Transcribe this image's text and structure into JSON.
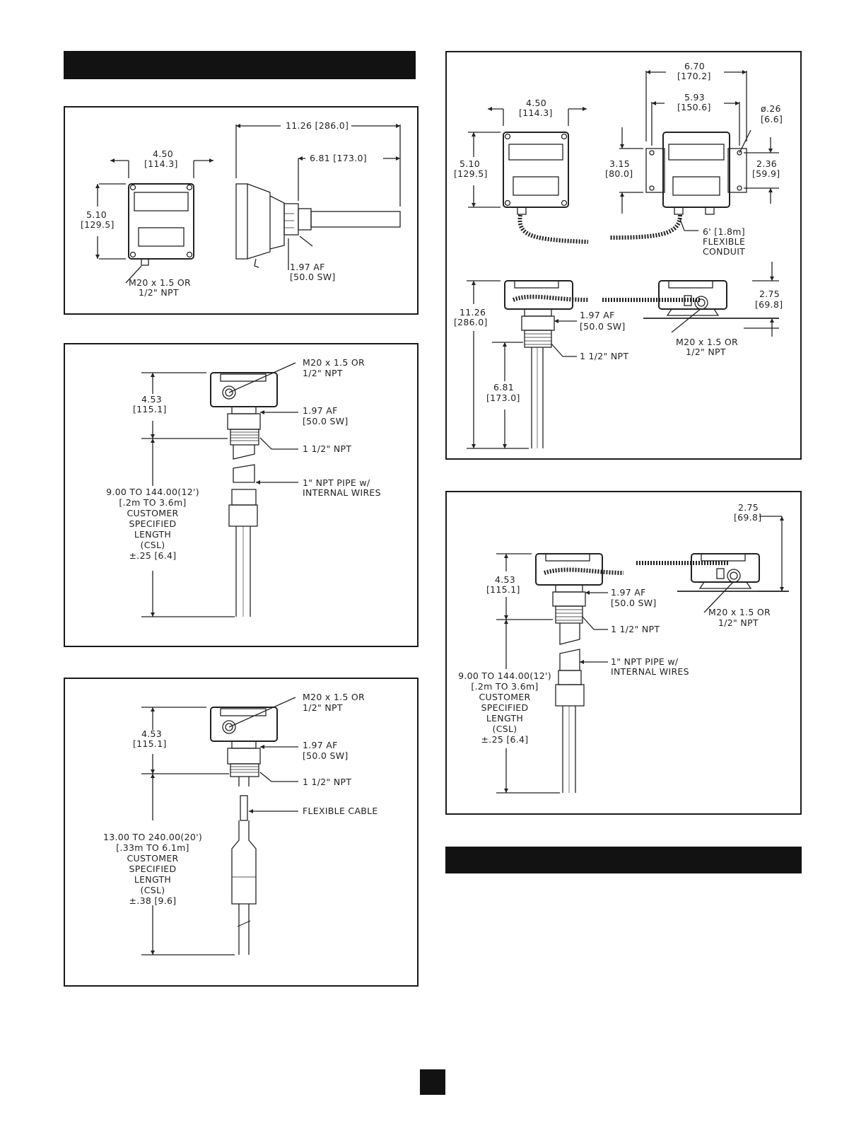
{
  "panel1": {
    "width": "4.50",
    "width_mm": "[114.3]",
    "height": "5.10",
    "height_mm": "[129.5]",
    "length": "11.26 [286.0]",
    "probe": "6.81 [173.0]",
    "af": "1.97 AF",
    "sw": "[50.0 SW]",
    "conn1": "M20 x 1.5 OR",
    "conn2": "1/2\" NPT"
  },
  "panel2": {
    "conn1": "M20 x 1.5 OR",
    "conn2": "1/2\" NPT",
    "h": "4.53",
    "h_mm": "[115.1]",
    "af": "1.97 AF",
    "sw": "[50.0 SW]",
    "npt": "1 1/2\" NPT",
    "pipe1": "1\" NPT PIPE w/",
    "pipe2": "INTERNAL WIRES",
    "csl": [
      "9.00 TO 144.00(12')",
      "[.2m TO 3.6m]",
      "CUSTOMER",
      "SPECIFIED",
      "LENGTH",
      "(CSL)",
      "±.25 [6.4]"
    ]
  },
  "panel3": {
    "conn1": "M20 x 1.5 OR",
    "conn2": "1/2\" NPT",
    "h": "4.53",
    "h_mm": "[115.1]",
    "af": "1.97 AF",
    "sw": "[50.0 SW]",
    "npt": "1 1/2\" NPT",
    "cable": "FLEXIBLE CABLE",
    "csl": [
      "13.00 TO 240.00(20')",
      "[.33m TO 6.1m]",
      "CUSTOMER",
      "SPECIFIED",
      "LENGTH",
      "(CSL)",
      "±.38 [9.6]"
    ]
  },
  "panel4": {
    "w": "4.50",
    "w_mm": "[114.3]",
    "h": "5.10",
    "h_mm": "[129.5]",
    "bw": "6.70",
    "bw_mm": "[170.2]",
    "hole": "5.93",
    "hole_mm": "[150.6]",
    "dia": "ø.26",
    "dia_mm": "[6.6]",
    "bh": "3.15",
    "bh_mm": "[80.0]",
    "hs": "2.36",
    "hs_mm": "[59.9]",
    "conduit1": "6' [1.8m]",
    "conduit2": "FLEXIBLE",
    "conduit3": "CONDUIT",
    "len": "11.26",
    "len_mm": "[286.0]",
    "af": "1.97 AF",
    "sw": "[50.0 SW]",
    "npt": "1 1/2\" NPT",
    "probe": "6.81",
    "probe_mm": "[173.0]",
    "depth": "2.75",
    "depth_mm": "[69.8]",
    "conn1": "M20 x 1.5 OR",
    "conn2": "1/2\" NPT"
  },
  "panel5": {
    "depth": "2.75",
    "depth_mm": "[69.8]",
    "h": "4.53",
    "h_mm": "[115.1]",
    "af": "1.97 AF",
    "sw": "[50.0 SW]",
    "conn1": "M20 x 1.5 OR",
    "conn2": "1/2\" NPT",
    "npt": "1 1/2\" NPT",
    "pipe1": "1\" NPT PIPE w/",
    "pipe2": "INTERNAL WIRES",
    "csl": [
      "9.00 TO 144.00(12')",
      "[.2m TO 3.6m]",
      "CUSTOMER",
      "SPECIFIED",
      "LENGTH",
      "(CSL)",
      "±.25 [6.4]"
    ]
  }
}
